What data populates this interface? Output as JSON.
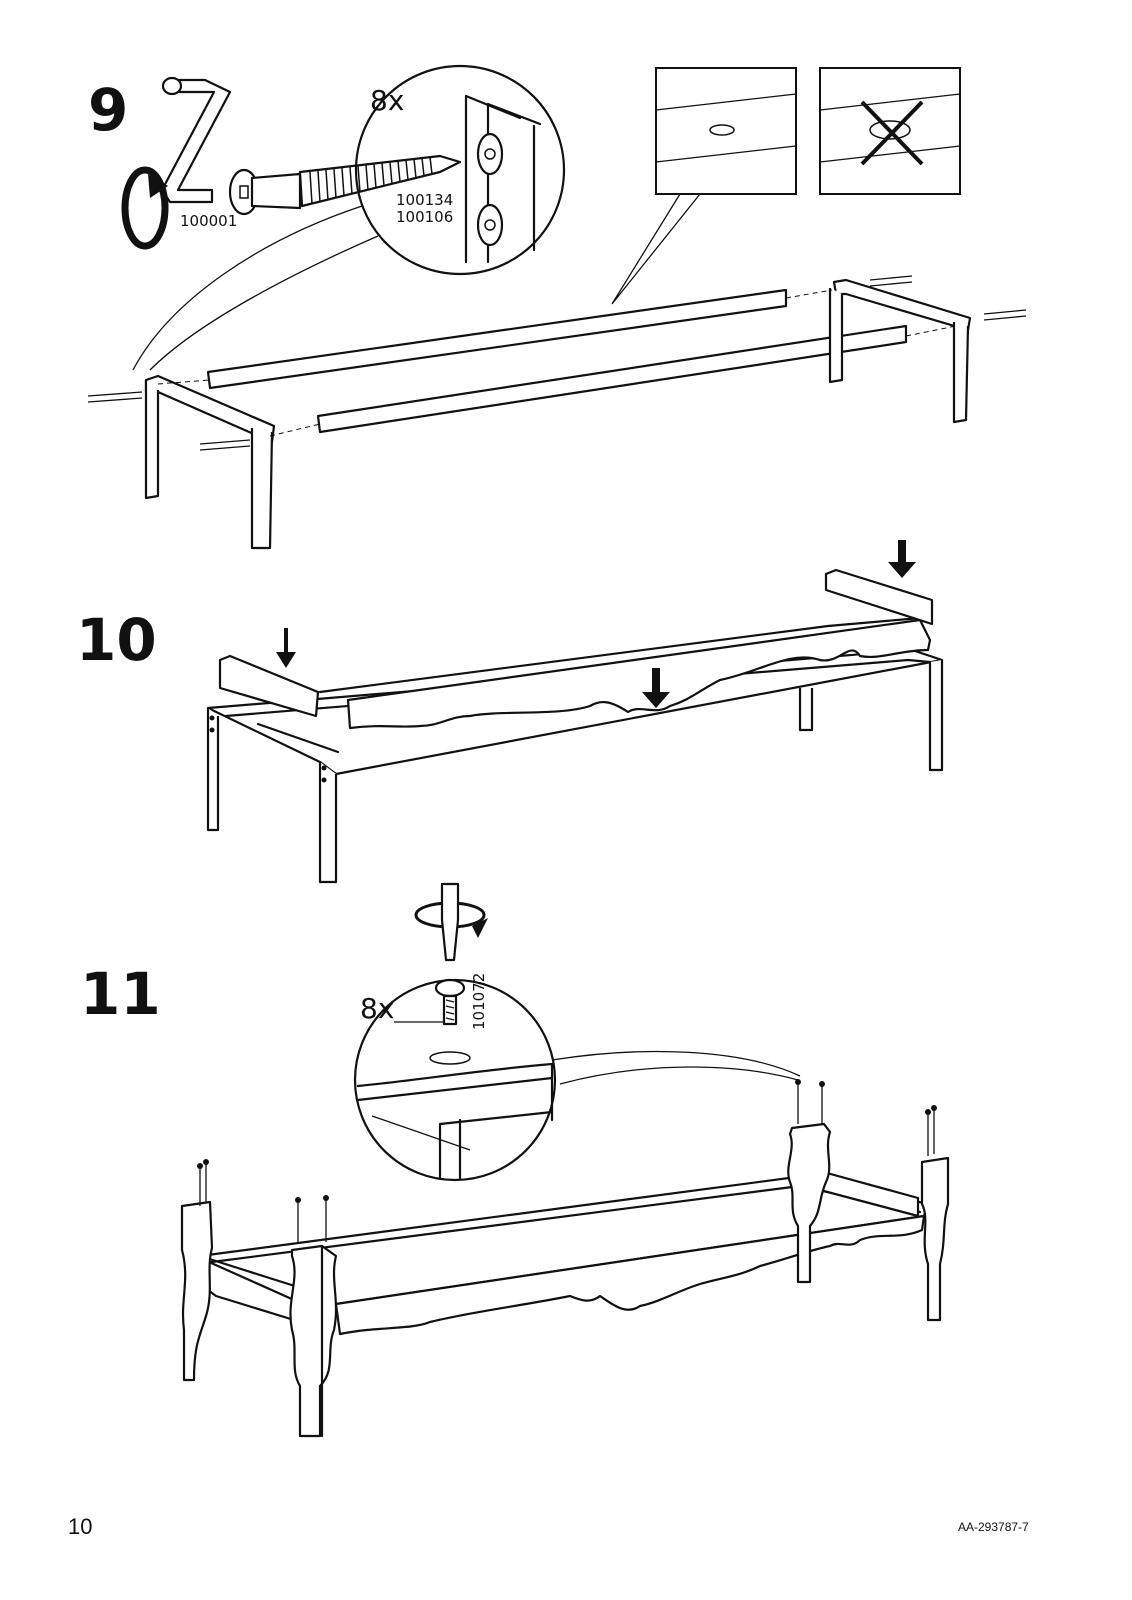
{
  "page": {
    "number": "10",
    "doc_code": "AA-293787-7"
  },
  "steps": [
    {
      "number": "9",
      "quantity": "8x",
      "tool_part": "100001",
      "bolt_parts": [
        "100134",
        "100106"
      ]
    },
    {
      "number": "10"
    },
    {
      "number": "11",
      "quantity": "8x",
      "screw_part": "101072"
    }
  ],
  "icons": [
    "hex-key-icon",
    "rotate-arrow-icon",
    "bolt-icon",
    "screwdriver-icon",
    "screw-icon",
    "down-arrow-icon",
    "wrong-x-icon"
  ]
}
